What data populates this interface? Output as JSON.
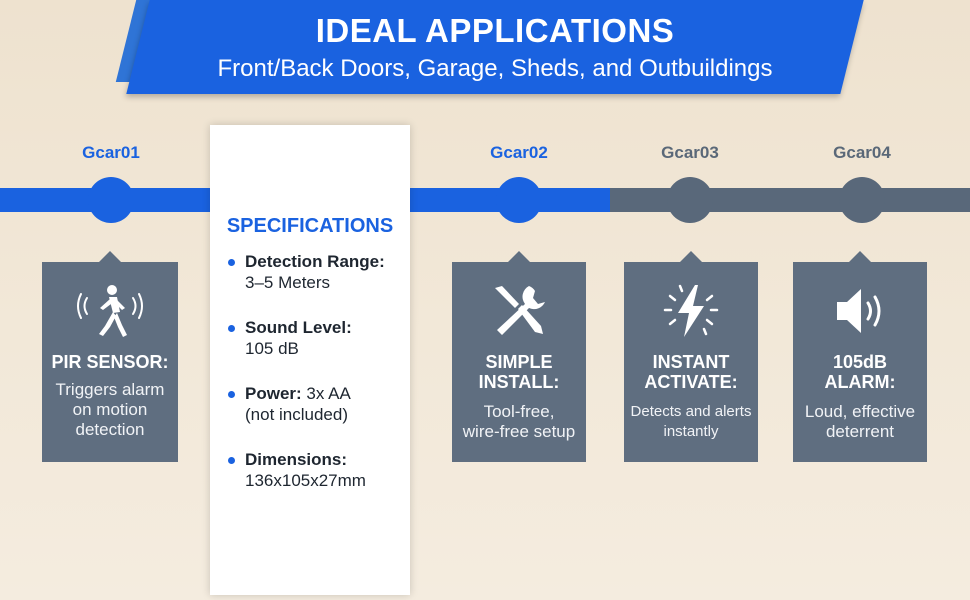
{
  "banner": {
    "title": "IDEAL APPLICATIONS",
    "subtitle": "Front/Back Doors, Garage, Sheds, and Outbuildings"
  },
  "timeline": {
    "nodes": [
      {
        "code": "Gcar01",
        "color": "#1a62e0"
      },
      {
        "code": "Gcar02",
        "color": "#1a62e0"
      },
      {
        "code": "Gcar03",
        "color": "#59687a"
      },
      {
        "code": "Gcar04",
        "color": "#59687a"
      }
    ]
  },
  "cards": [
    {
      "icon": "motion-sensor-icon",
      "title": "PIR SENSOR:",
      "desc": "Triggers alarm\non motion\ndetection"
    },
    {
      "icon": "wrench-screwdriver-icon",
      "title": "SIMPLE\nINSTALL:",
      "desc": "Tool-free,\nwire-free setup"
    },
    {
      "icon": "lightning-bolt-icon",
      "title": "INSTANT\nACTIVATE:",
      "desc": "Detects and alerts\ninstantly"
    },
    {
      "icon": "speaker-volume-icon",
      "title": "105dB\nALARM:",
      "desc": "Loud, effective\ndeterrent"
    }
  ],
  "specifications": {
    "title": "SPECIFICATIONS",
    "items": [
      {
        "label": "Detection Range:",
        "value": "3–5 Meters"
      },
      {
        "label": "Sound Level:",
        "value": "105 dB"
      },
      {
        "label": "Power:",
        "value": "3x AA",
        "extra": "(not included)"
      },
      {
        "label": "Dimensions:",
        "value": "136x105x27mm"
      }
    ]
  },
  "colors": {
    "accent_blue": "#1a62e0",
    "slate_gray": "#59687a",
    "background": "#f0e6d5"
  }
}
